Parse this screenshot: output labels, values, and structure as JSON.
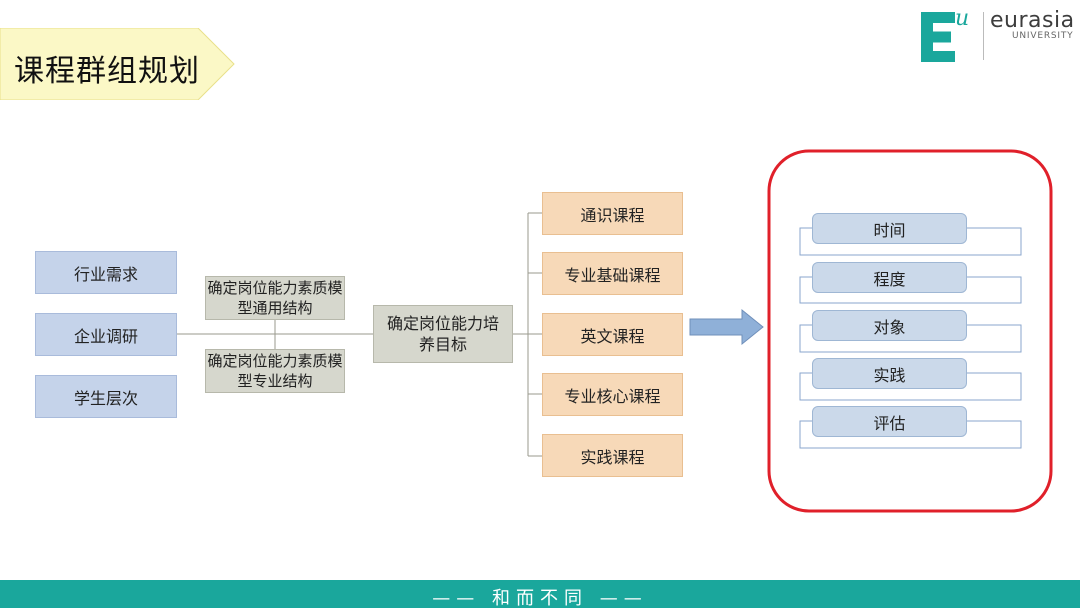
{
  "title": "课程群组规划",
  "logo": {
    "mark": "E",
    "superscript": "u",
    "name": "eurasia",
    "sub": "UNIVERSITY"
  },
  "inputs": [
    "行业需求",
    "企业调研",
    "学生层次"
  ],
  "structures": [
    "确定岗位能力素质模型通用结构",
    "确定岗位能力素质模型专业结构"
  ],
  "goal": "确定岗位能力培养目标",
  "courses": [
    "通识课程",
    "专业基础课程",
    "英文课程",
    "专业核心课程",
    "实践课程"
  ],
  "factors": [
    "时间",
    "程度",
    "对象",
    "实践",
    "评估"
  ],
  "footer": "—— 和而不同 ——",
  "colors": {
    "teal": "#1aa79c",
    "highlight_border": "#e0202a",
    "banner": "#fbf8c6"
  }
}
